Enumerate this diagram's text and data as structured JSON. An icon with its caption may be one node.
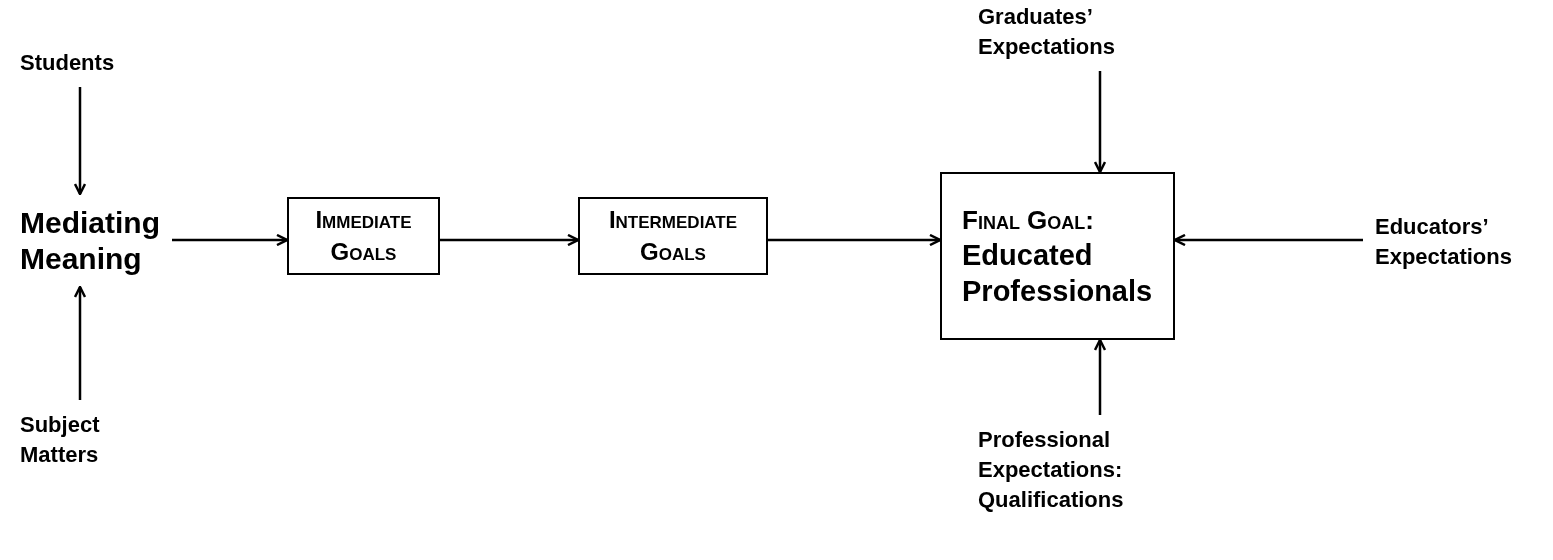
{
  "diagram": {
    "nodes": [
      {
        "text": [
          "Students"
        ]
      },
      {
        "text": [
          "Mediating Meaning"
        ]
      },
      {
        "text": [
          "Subject Matters"
        ]
      },
      {
        "text": [
          "Immediate Goals"
        ]
      },
      {
        "text": [
          "Intermediate Goals"
        ]
      },
      {
        "text": [
          "Final Goal:",
          "Educated Professionals"
        ]
      },
      {
        "text": [
          "Graduates’ Expectations"
        ]
      },
      {
        "text": [
          "Educators’ Expectations"
        ]
      },
      {
        "text": [
          "Professional Expectations: Qualifications"
        ]
      }
    ],
    "edges": [
      {
        "from": 0,
        "to": 1,
        "arrow": "to"
      },
      {
        "from": 2,
        "to": 1,
        "arrow": "to"
      },
      {
        "from": 1,
        "to": 3,
        "arrow": "to"
      },
      {
        "from": 3,
        "to": 4,
        "arrow": "to"
      },
      {
        "from": 4,
        "to": 5,
        "arrow": "to"
      },
      {
        "from": 6,
        "to": 5,
        "arrow": "to"
      },
      {
        "from": 7,
        "to": 5,
        "arrow": "to"
      },
      {
        "from": 8,
        "to": 5,
        "arrow": "to"
      }
    ]
  }
}
